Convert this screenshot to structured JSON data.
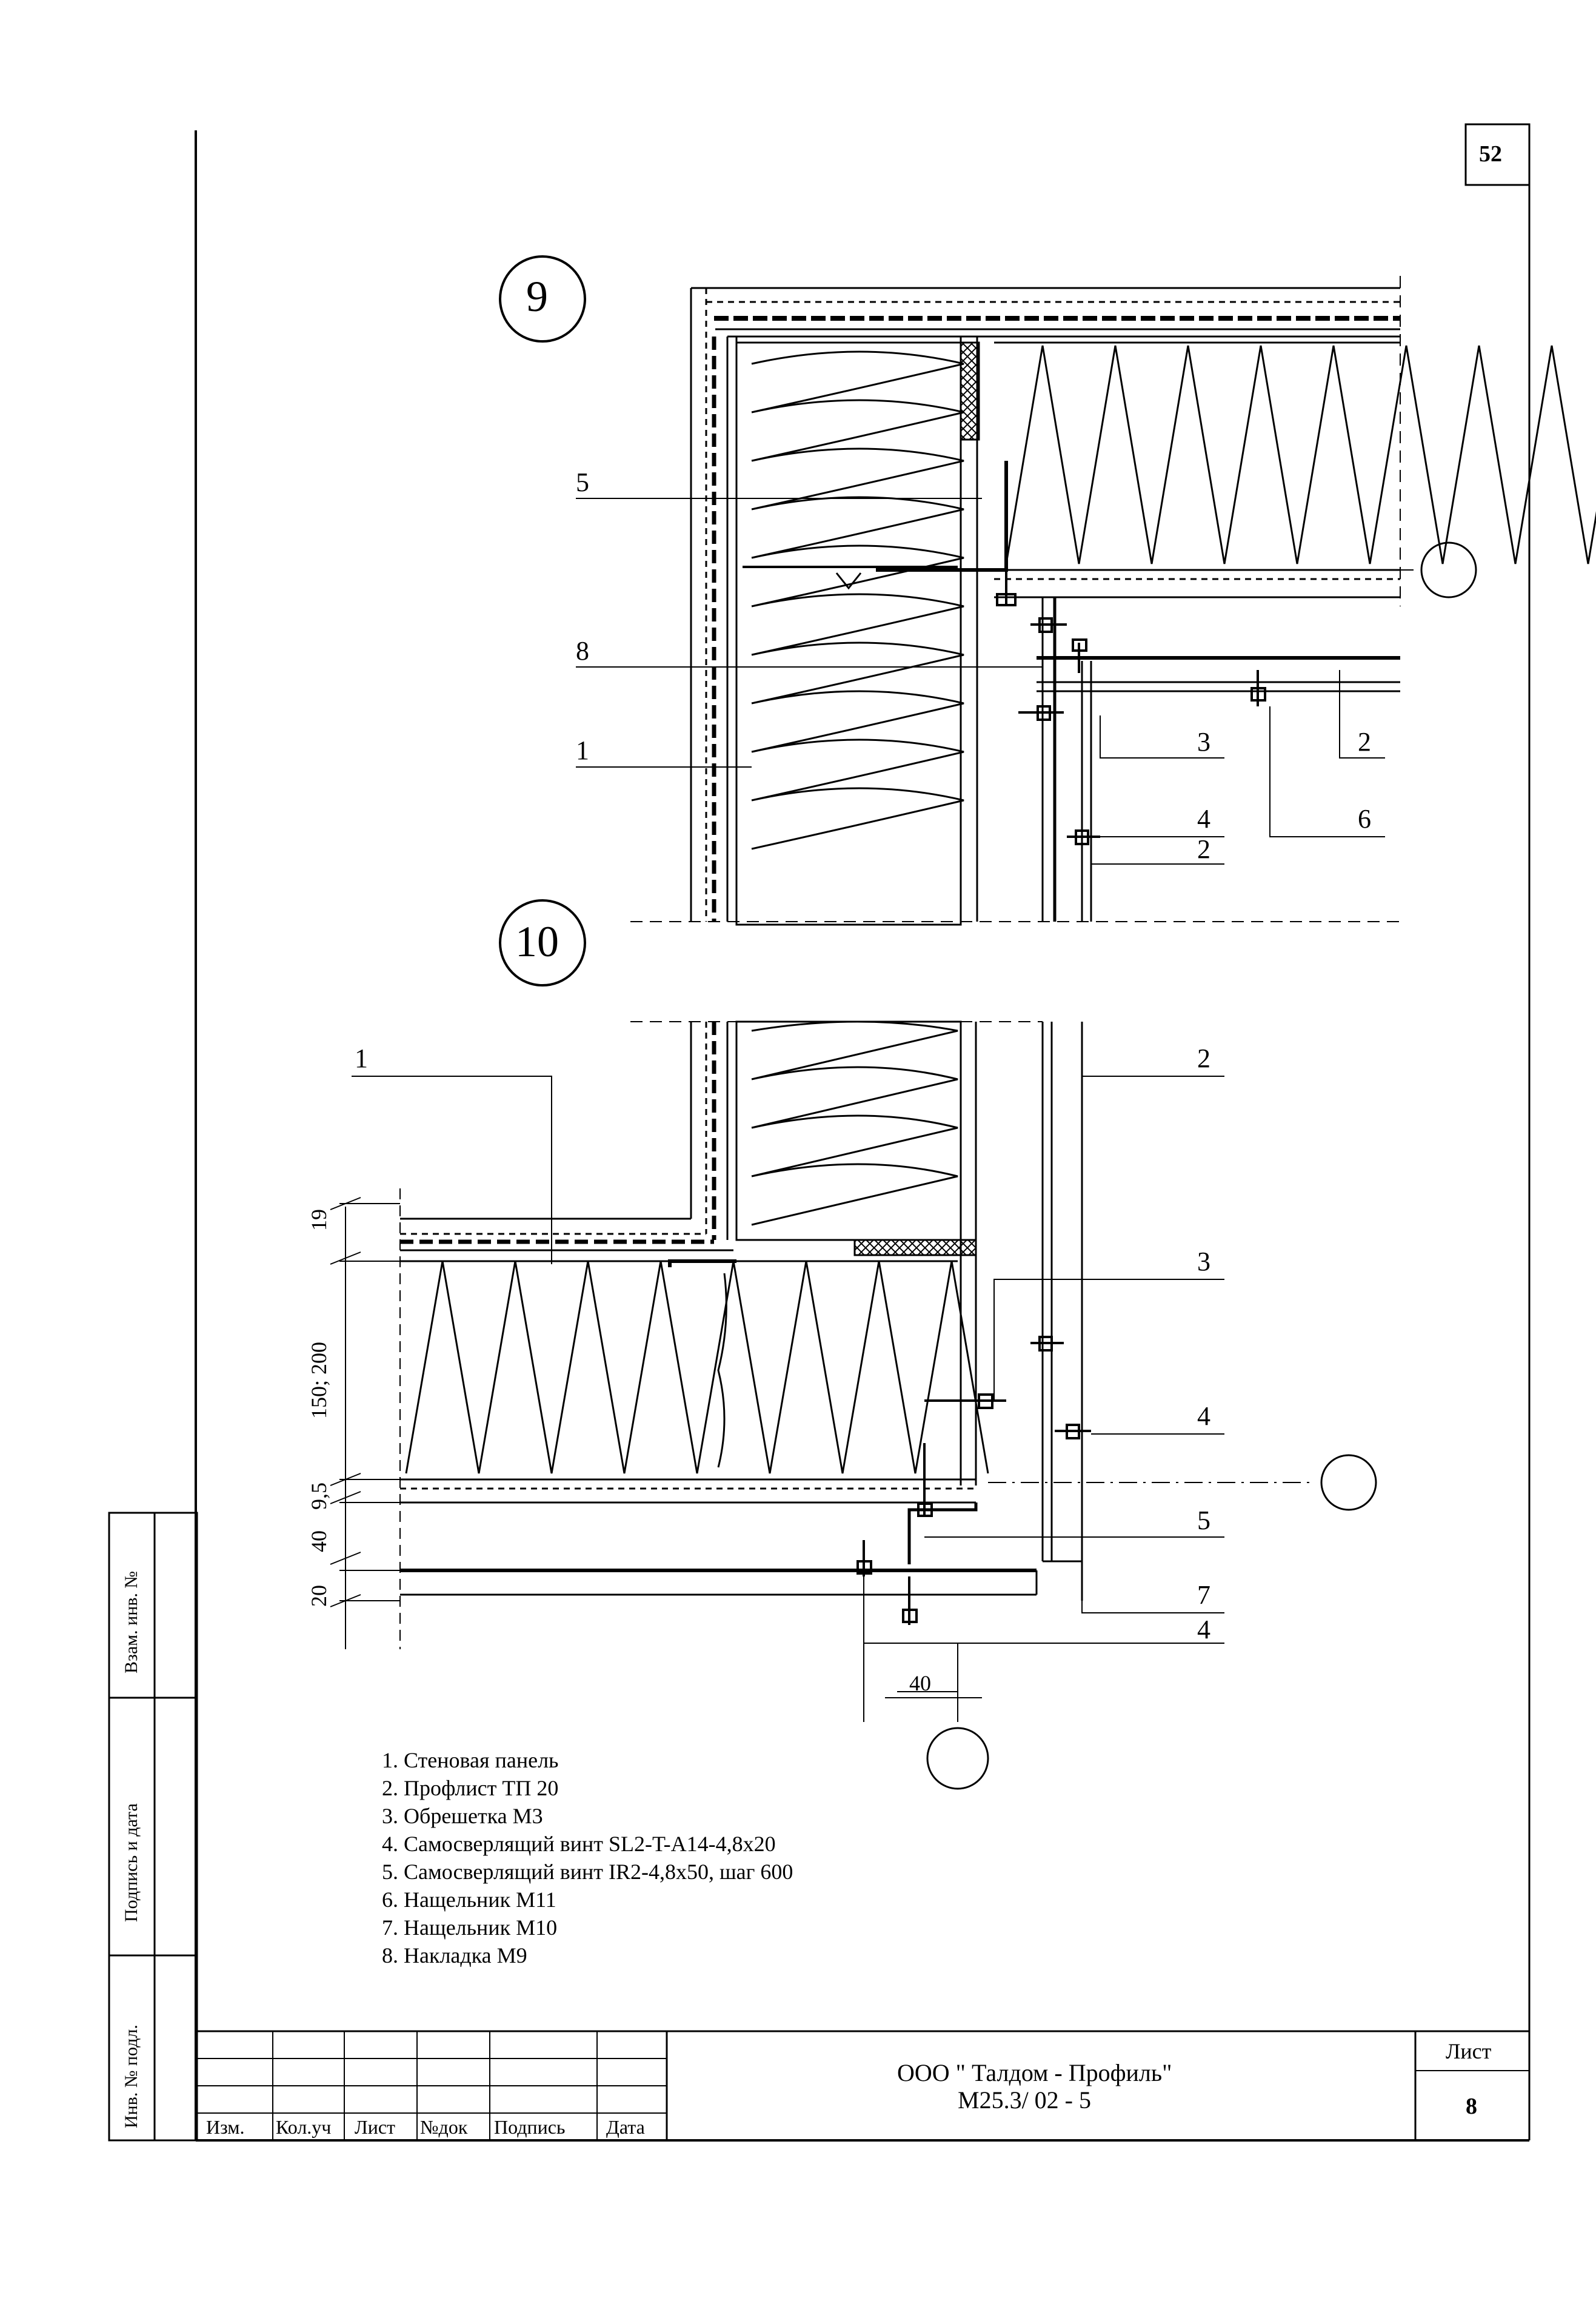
{
  "sheet_number_top": "52",
  "details": [
    {
      "id": "9"
    },
    {
      "id": "10"
    }
  ],
  "callouts_9": [
    "5",
    "8",
    "1",
    "3",
    "2",
    "4",
    "2",
    "6"
  ],
  "callouts_10": [
    "1",
    "2",
    "3",
    "4",
    "5",
    "7",
    "4"
  ],
  "dimensions": {
    "d19": "19",
    "d150_200": "150; 200",
    "d9_5": "9,5",
    "d40": "40",
    "d20": "20",
    "d40_bottom": "40"
  },
  "legend": [
    "1. Стеновая панель",
    "2. Профлист ТП 20",
    "3. Обрешетка М3",
    "4. Самосверлящий винт SL2-T-A14-4,8х20",
    "5. Самосверлящий винт IR2-4,8х50, шаг 600",
    "6. Нащельник М11",
    "7. Нащельник М10",
    "8. Накладка М9"
  ],
  "side_stamps": {
    "vzam": "Взам. инв. №",
    "podpis": "Подпись и дата",
    "inv": "Инв. № подл."
  },
  "title_block": {
    "columns": [
      "Изм.",
      "Кол.уч",
      "Лист",
      "№док",
      "Подпись",
      "Дата"
    ],
    "company": "ООО \" Талдом - Профиль\"",
    "doc_code": "М25.3/ 02 - 5",
    "sheet_label": "Лист",
    "sheet_number": "8"
  }
}
